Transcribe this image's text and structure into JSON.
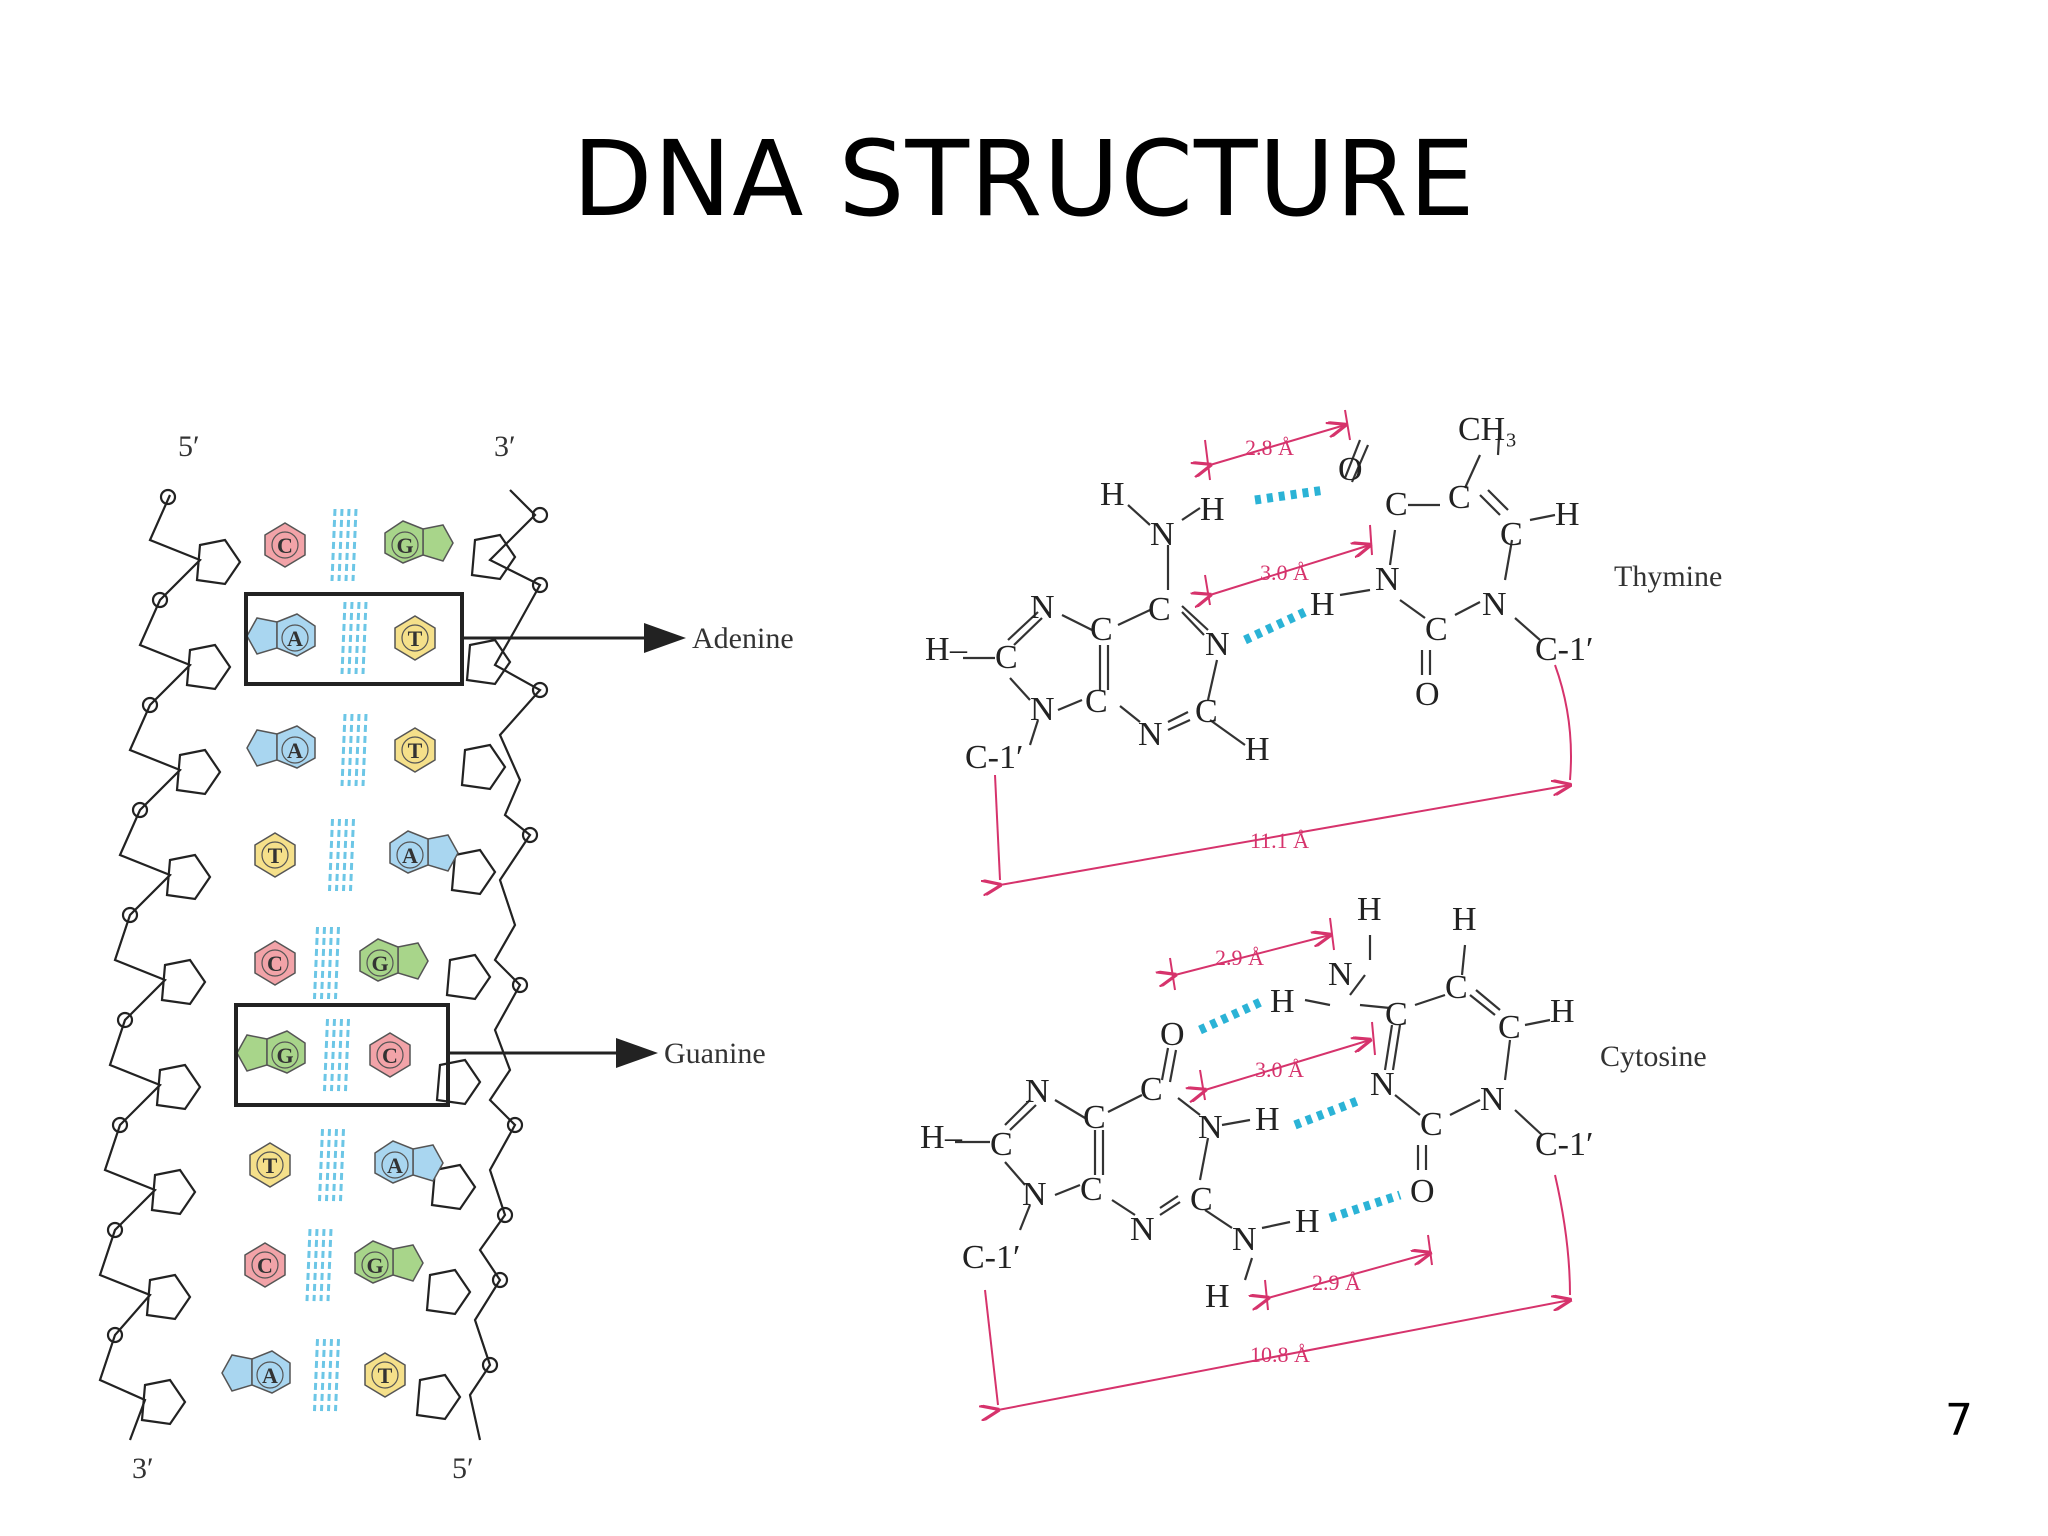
{
  "slide": {
    "title": "DNA STRUCTURE",
    "page_number": "7"
  },
  "helix": {
    "top_left_end": "5′",
    "top_right_end": "3′",
    "bottom_left_end": "3′",
    "bottom_right_end": "5′",
    "pairs": [
      {
        "left": "C",
        "right": "G"
      },
      {
        "left": "A",
        "right": "T"
      },
      {
        "left": "A",
        "right": "T"
      },
      {
        "left": "T",
        "right": "A"
      },
      {
        "left": "C",
        "right": "G"
      },
      {
        "left": "G",
        "right": "C"
      },
      {
        "left": "T",
        "right": "A"
      },
      {
        "left": "C",
        "right": "G"
      },
      {
        "left": "A",
        "right": "T"
      }
    ],
    "callouts": [
      "Adenine",
      "Guanine"
    ],
    "base_colors": {
      "A": "#a9d6f0",
      "T": "#f5e08a",
      "C": "#f2a3a8",
      "G": "#a8d58a"
    }
  },
  "at_pair": {
    "label": "Thymine",
    "distances": [
      "2.8 Å",
      "3.0 Å",
      "11.1 Å"
    ]
  },
  "gc_pair": {
    "label": "Cytosine",
    "distances": [
      "2.9 Å",
      "3.0 Å",
      "2.9 Å",
      "10.8 Å"
    ]
  },
  "colors": {
    "hbond": "#2bb3d6",
    "dimension": "#d6336c"
  }
}
